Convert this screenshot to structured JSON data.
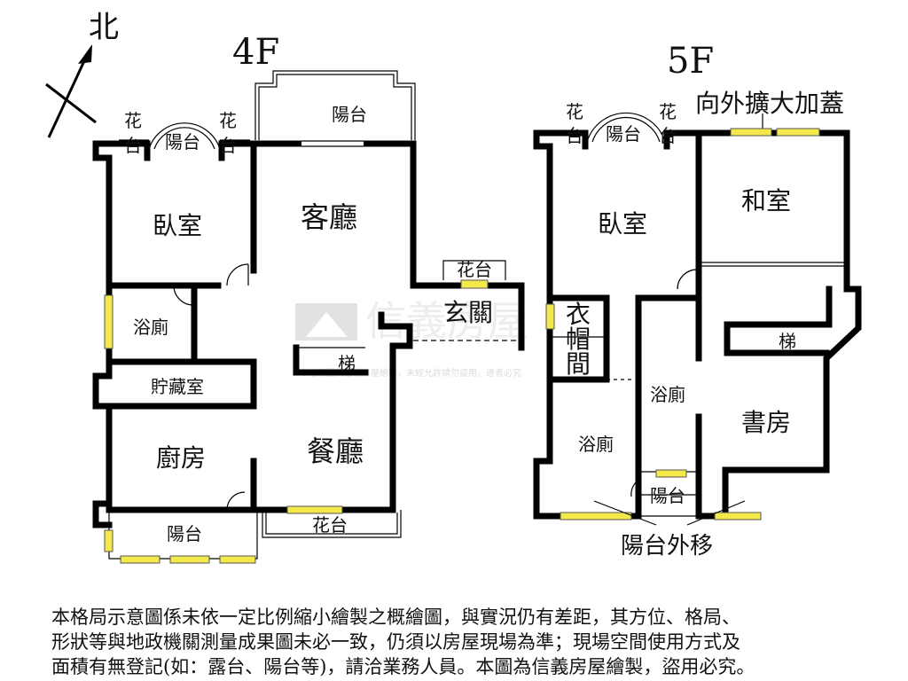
{
  "compass": {
    "north": "北"
  },
  "floors": {
    "f4": {
      "title": "4F",
      "rooms": {
        "balcony_top": "陽台",
        "planter_left": "花台",
        "planter_right": "花台",
        "balcony_small": "陽台",
        "bedroom": "臥室",
        "living": "客廳",
        "bath": "浴廁",
        "storage": "貯藏室",
        "kitchen": "廚房",
        "dining": "餐廳",
        "stairs": "梯",
        "entrance": "玄關",
        "entrance_planter": "花台",
        "balcony_bottom": "陽台",
        "planter_bottom": "花台"
      }
    },
    "f5": {
      "title": "5F",
      "rooms": {
        "planter_left": "花台",
        "planter_right": "花台",
        "balcony_small": "陽台",
        "bedroom": "臥室",
        "japanese_room": "和室",
        "closet": "衣帽間",
        "stairs": "梯",
        "bath_center": "浴廁",
        "bath_left": "浴廁",
        "study": "書房",
        "balcony_bottom": "陽台"
      },
      "notes": {
        "extension": "向外擴大加蓋",
        "balcony_moved": "陽台外移"
      }
    }
  },
  "watermark": {
    "brand": "信義房屋",
    "note": "本格局圖為信義房屋繪製，未經允許請勿盜用，違者必究"
  },
  "disclaimer": {
    "lines": [
      "本格局示意圖係未依一定比例縮小繪製之概繪圖，與實況仍有差距，其方位、格局、",
      "形狀等與地政機關測量成果圖未必一致，仍須以房屋現場為準；現場空間使用方式及",
      "面積有無登記(如：露台、陽台等)，請洽業務人員。本圖為信義房屋繪製，盜用必究。"
    ]
  }
}
